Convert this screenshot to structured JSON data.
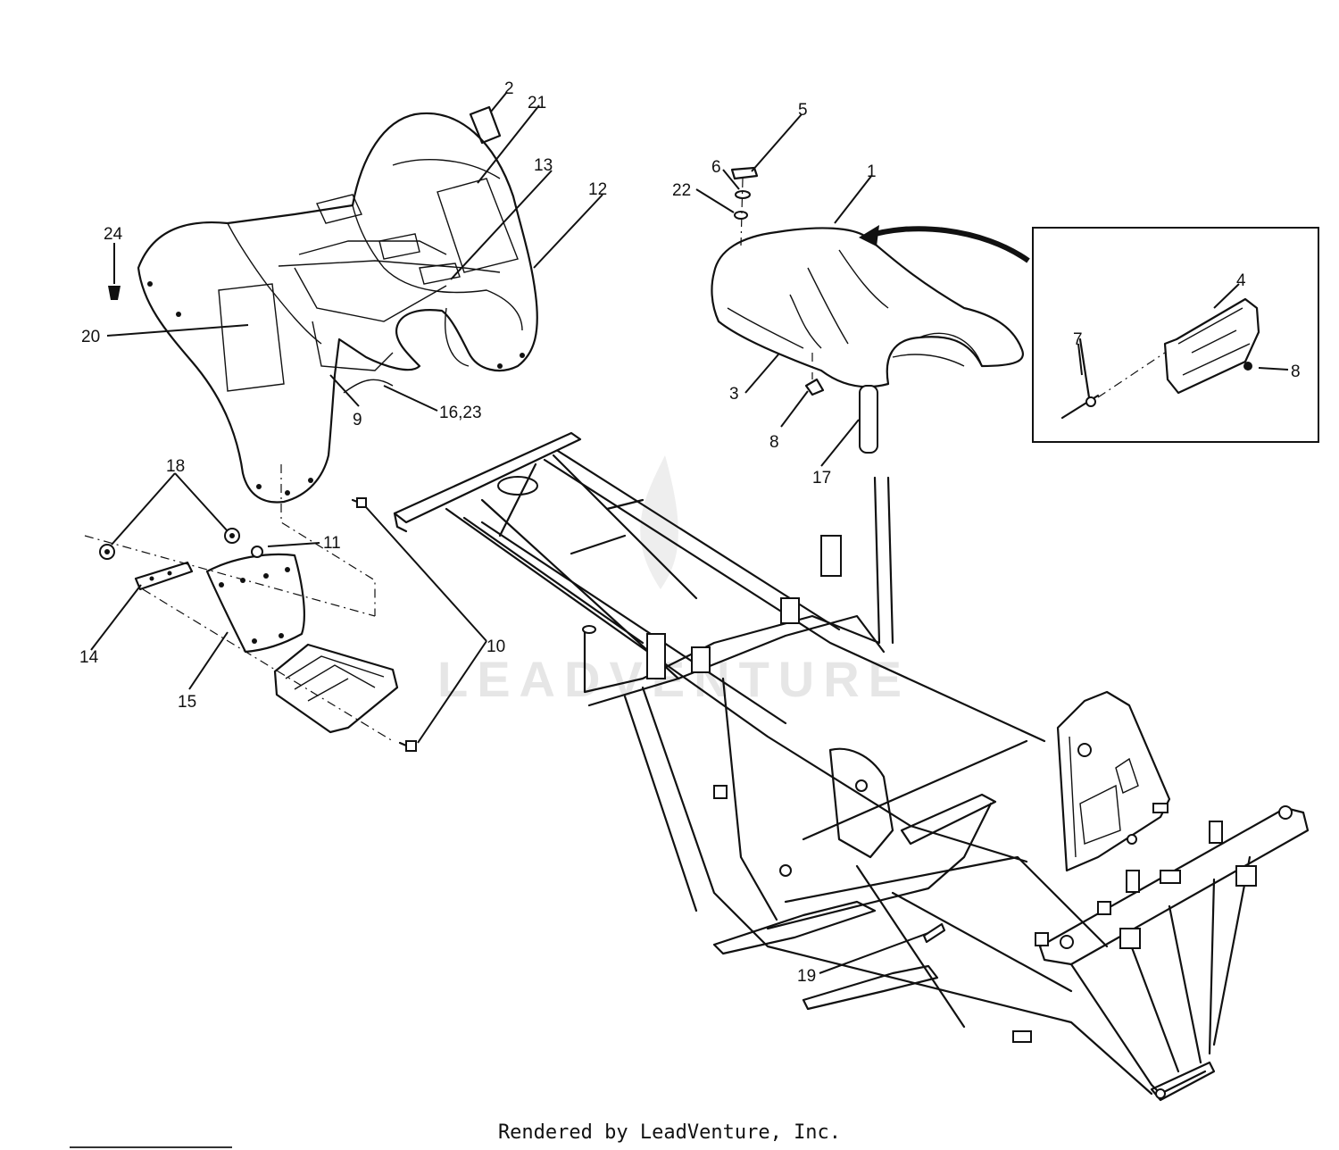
{
  "watermark": "LEADVENTURE",
  "footer_text": "Rendered by LeadVenture, Inc.",
  "callouts": {
    "c1": "1",
    "c2": "2",
    "c3": "3",
    "c4": "4",
    "c5": "5",
    "c6": "6",
    "c7": "7",
    "c8a": "8",
    "c8b": "8",
    "c9": "9",
    "c10": "10",
    "c11": "11",
    "c12": "12",
    "c13": "13",
    "c14": "14",
    "c15": "15",
    "c16_23": "16,23",
    "c17": "17",
    "c18": "18",
    "c19": "19",
    "c20": "20",
    "c21": "21",
    "c22": "22",
    "c24": "24"
  }
}
